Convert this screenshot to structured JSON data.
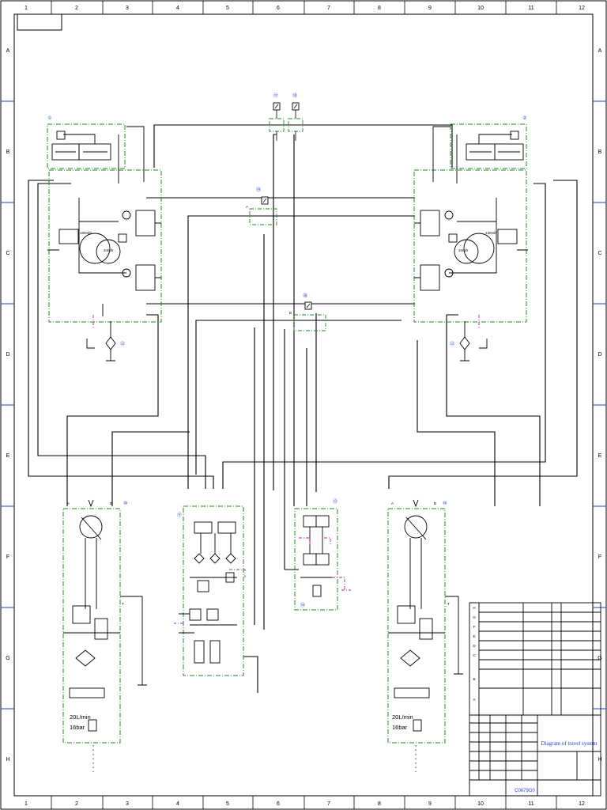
{
  "frame": {
    "columns": [
      "1",
      "2",
      "3",
      "4",
      "5",
      "6",
      "7",
      "8",
      "9",
      "10",
      "11",
      "12"
    ],
    "rows": [
      "A",
      "B",
      "C",
      "D",
      "E",
      "F",
      "G",
      "H"
    ]
  },
  "colors": {
    "line": "#000000",
    "module": "#1e8a1e",
    "drain": "#b0249a",
    "tag": "#1a3fd6"
  },
  "modules": {
    "left_motor": {
      "tag": "①",
      "displacement_small": "130ml/r",
      "displacement_large": "34ml/r",
      "tank_tag": "⑫"
    },
    "right_motor": {
      "tag": "②",
      "displacement_small": "130ml/r",
      "displacement_large": "34ml/r",
      "tank_tag": "⑫"
    },
    "gauges": [
      "⑰",
      "⑱",
      "⑲",
      "⑳"
    ],
    "left_pump": {
      "tag": "⑩",
      "flow": "20L/min",
      "pressure": "16bar"
    },
    "right_pump": {
      "tag": "⑩",
      "flow": "20L/min",
      "pressure": "16bar"
    },
    "center_valve": {
      "tag": "⑪"
    },
    "selector_valve": {
      "tag": "⑬",
      "bottom_tag": "⑭"
    }
  },
  "port_labels": {
    "a": "A",
    "b": "B",
    "t": "T"
  },
  "title_block": {
    "title": "Diagram of travel system",
    "drawing_no": "C0079G0",
    "row_letters": [
      "H",
      "G",
      "F",
      "E",
      "D",
      "C",
      "B",
      "A"
    ]
  }
}
